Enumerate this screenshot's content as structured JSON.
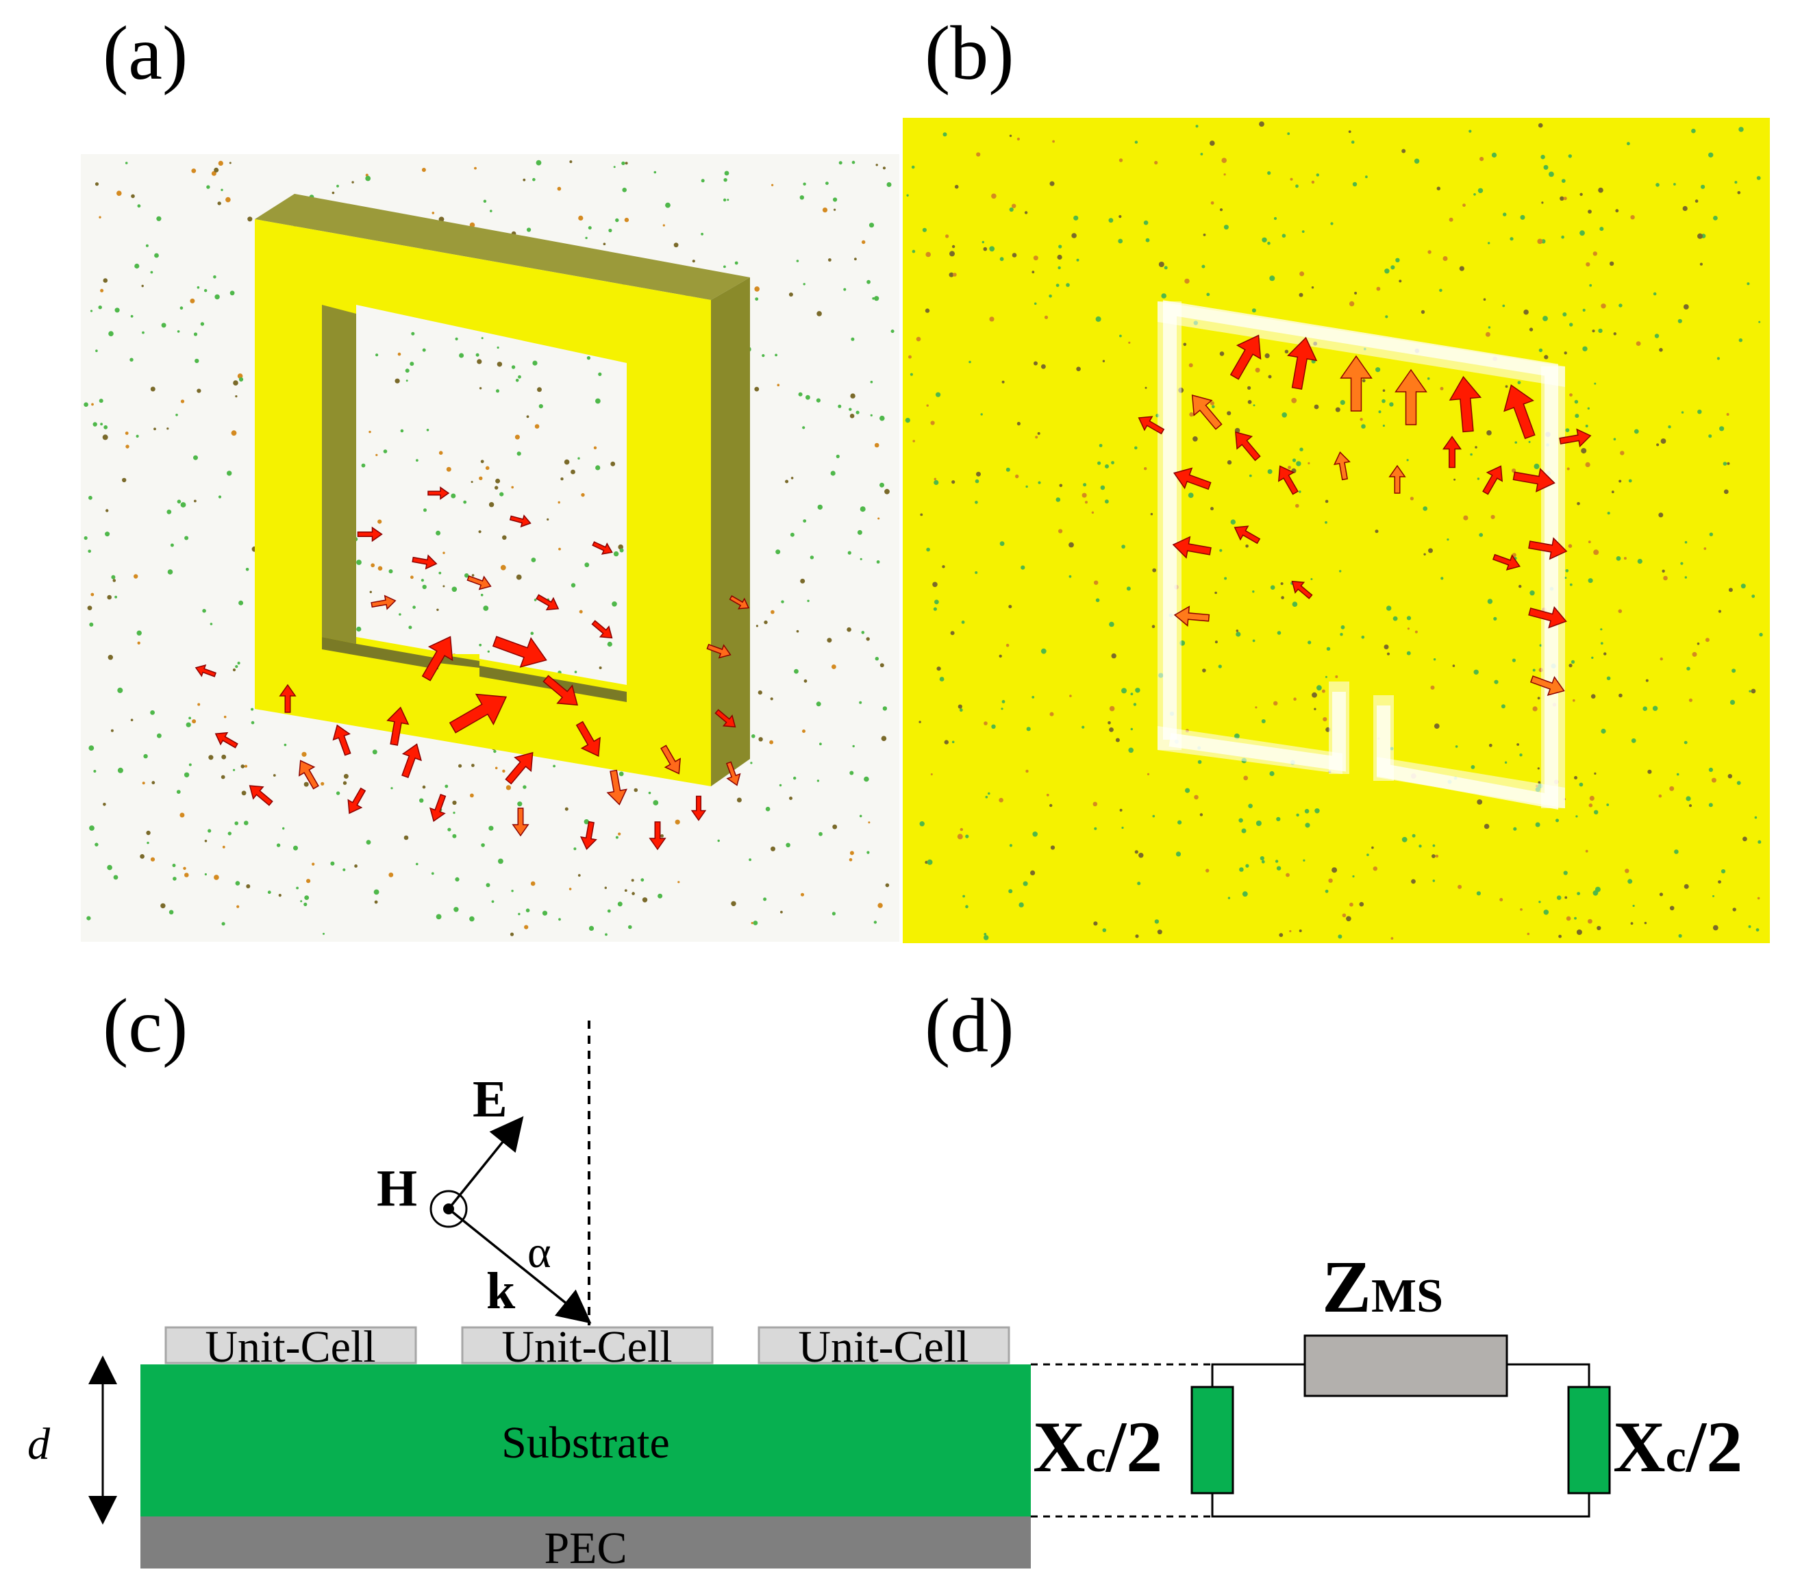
{
  "panels": {
    "a": {
      "label": "(a)"
    },
    "b": {
      "label": "(b)"
    },
    "c": {
      "label": "(c)",
      "unit_cells": [
        "Unit-Cell",
        "Unit-Cell",
        "Unit-Cell"
      ],
      "substrate_label": "Substrate",
      "ground_label": "PEC",
      "thickness_label": "d",
      "vectors": {
        "e": "E",
        "h": "H",
        "k": "k",
        "angle": "α"
      }
    },
    "d": {
      "label": "(d)",
      "impedance_main": "Z",
      "impedance_sub": "MS",
      "left_reactance_main": "X",
      "left_reactance_sub": "c",
      "left_reactance_tail": "/2",
      "right_reactance_main": "X",
      "right_reactance_sub": "c",
      "right_reactance_tail": "/2"
    }
  },
  "colors": {
    "structure_yellow": "#f5f200",
    "structure_shade": "#8a8a2a",
    "arrow_red": "#ff1a00",
    "arrow_orange": "#ff8a1a",
    "substrate_green": "#07b050",
    "pec_gray": "#7f7f7f",
    "unit_cell_gray": "#d9d9d9",
    "impedance_gray": "#b3b0ad"
  },
  "icons": [
    "field-arrow-icon",
    "out-of-page-dot-icon"
  ]
}
